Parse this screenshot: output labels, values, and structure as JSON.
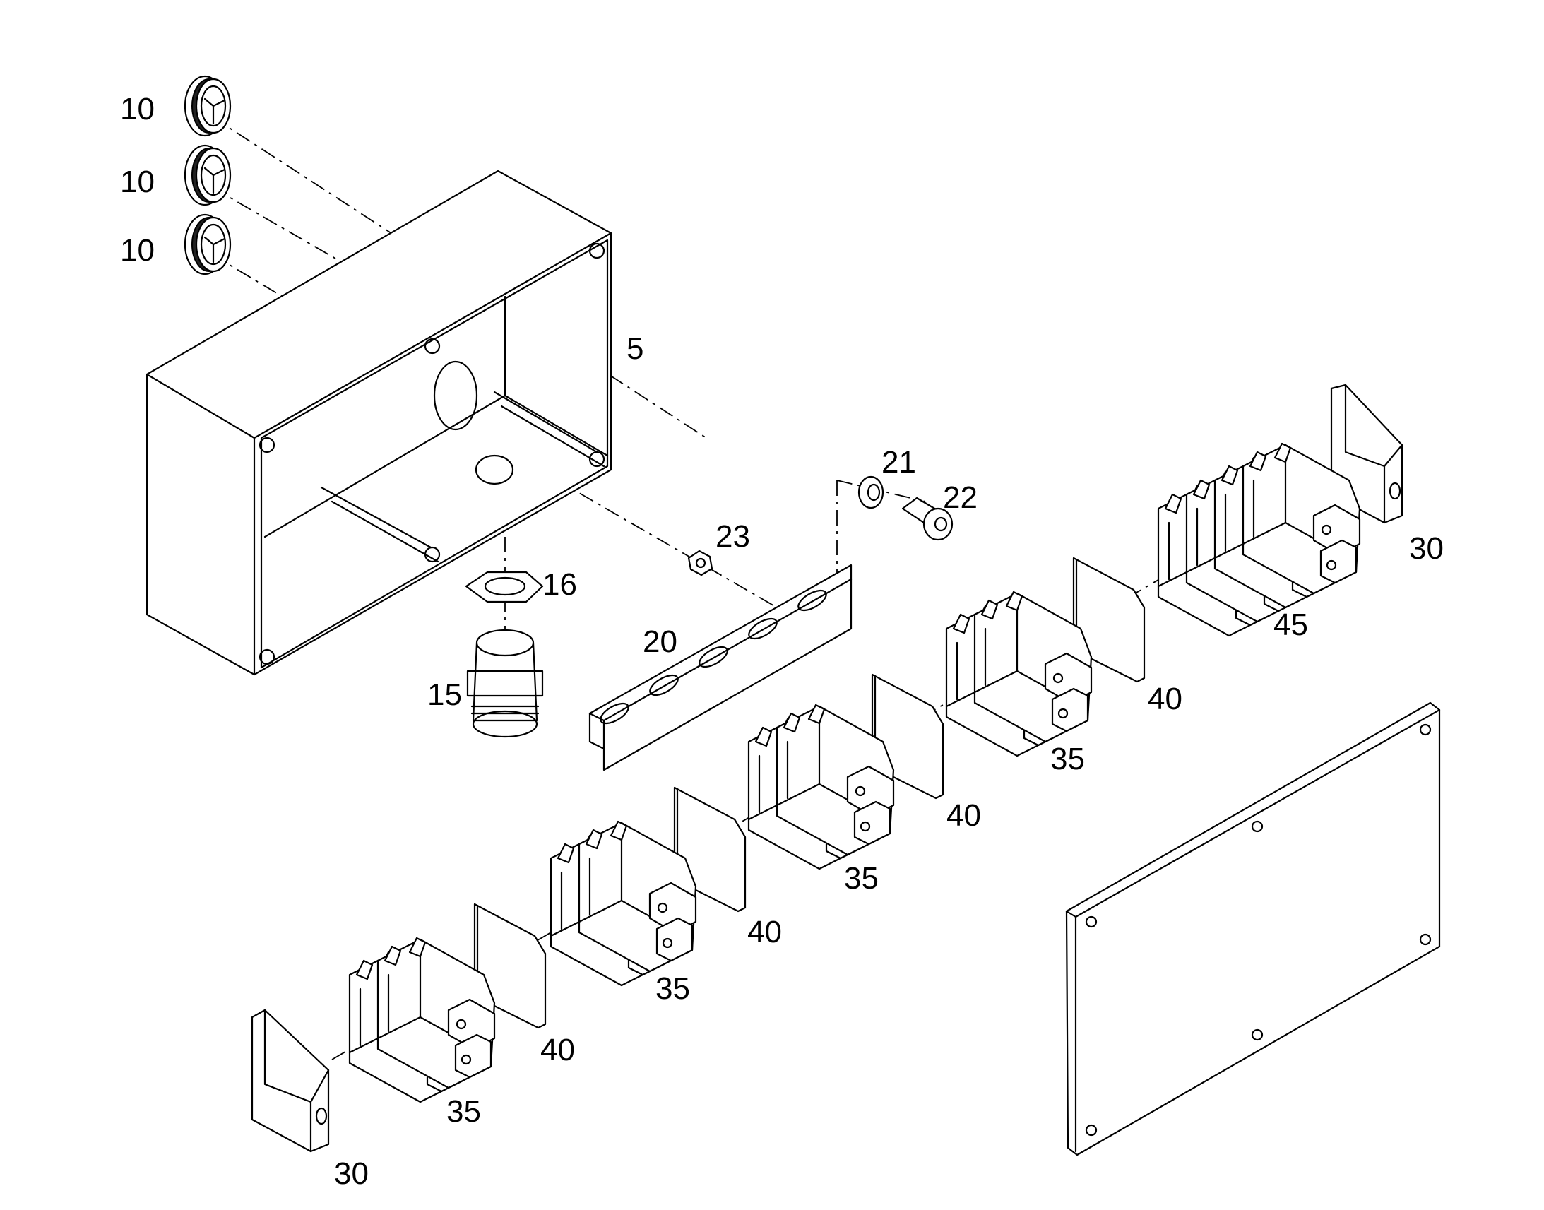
{
  "callouts": {
    "grommet_top": "10",
    "grommet_mid": "10",
    "grommet_bot": "10",
    "enclosure": "5",
    "nut_16": "16",
    "gland_15": "15",
    "washer_21": "21",
    "screw_22": "22",
    "nut_23": "23",
    "rail_20": "20",
    "end_stop_right": "30",
    "end_stop_left": "30",
    "terminal_block_45": "45",
    "separator_a": "40",
    "separator_b": "40",
    "separator_c": "40",
    "separator_d": "40",
    "terminal_a": "35",
    "terminal_b": "35",
    "terminal_c": "35",
    "terminal_d": "35"
  }
}
